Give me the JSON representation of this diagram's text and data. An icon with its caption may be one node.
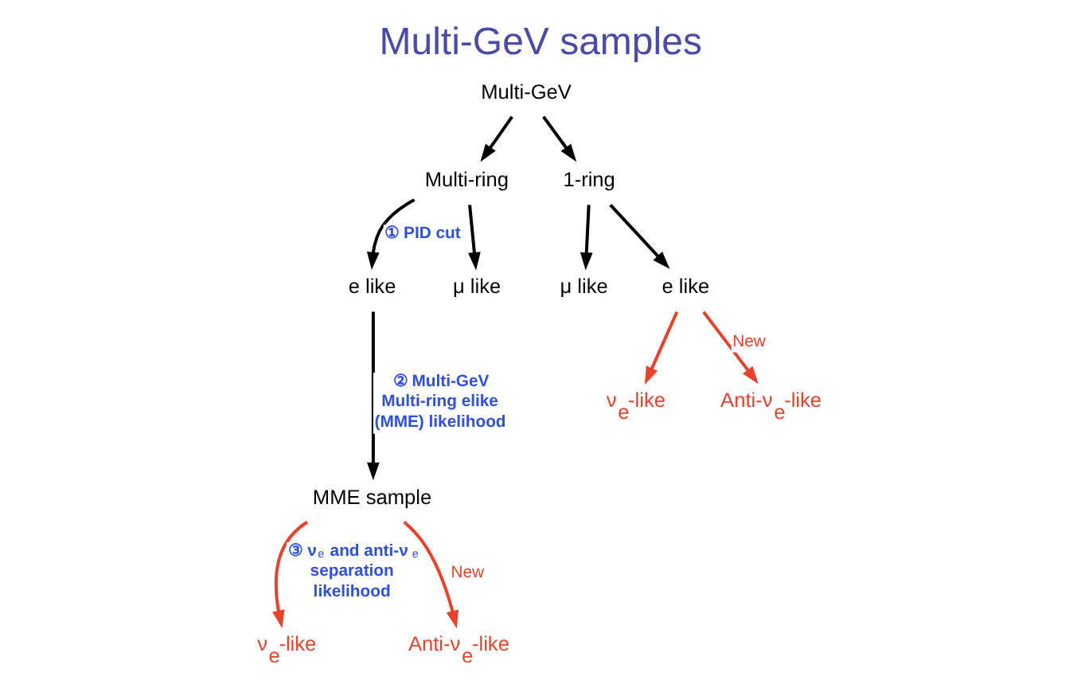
{
  "diagram": {
    "title": "Multi-GeV samples",
    "nodes": [
      {
        "text": [
          "Multi-GeV"
        ]
      },
      {
        "text": [
          "Multi-ring"
        ]
      },
      {
        "text": [
          "1-ring"
        ]
      },
      {
        "text": [
          "e like"
        ]
      },
      {
        "text": [
          "μ like"
        ]
      },
      {
        "text": [
          "μ like"
        ]
      },
      {
        "text": [
          "e like"
        ]
      },
      {
        "text": [
          "MME sample"
        ]
      },
      {
        "text": [
          "ν$_{e}$-like"
        ]
      },
      {
        "text": [
          "Anti-ν$_{e}$-like"
        ]
      },
      {
        "text": [
          "ν$_{e}$-like"
        ]
      },
      {
        "text": [
          "Anti-ν$_{e}$-like"
        ]
      }
    ],
    "edges": [
      {
        "from": 0,
        "to": 1,
        "arrow": "to"
      },
      {
        "from": 0,
        "to": 2,
        "arrow": "to"
      },
      {
        "from": 1,
        "to": 3,
        "arrow": "to",
        "label": "① PID cut"
      },
      {
        "from": 1,
        "to": 4,
        "arrow": "to"
      },
      {
        "from": 2,
        "to": 5,
        "arrow": "to"
      },
      {
        "from": 2,
        "to": 6,
        "arrow": "to"
      },
      {
        "from": 6,
        "to": 8,
        "arrow": "to",
        "color": "#e8412c"
      },
      {
        "from": 6,
        "to": 9,
        "arrow": "to",
        "color": "#e8412c",
        "label": "New"
      },
      {
        "from": 3,
        "to": 7,
        "arrow": "to",
        "label": "② Multi-GeV Multi-ring elike (MME) likelihood"
      },
      {
        "from": 7,
        "to": 10,
        "arrow": "to",
        "color": "#e8412c",
        "label": "③ ν$_{e}$ and anti-ν$_{e}$ separation likelihood"
      },
      {
        "from": 7,
        "to": 11,
        "arrow": "to",
        "color": "#e8412c",
        "label": "New"
      }
    ]
  }
}
